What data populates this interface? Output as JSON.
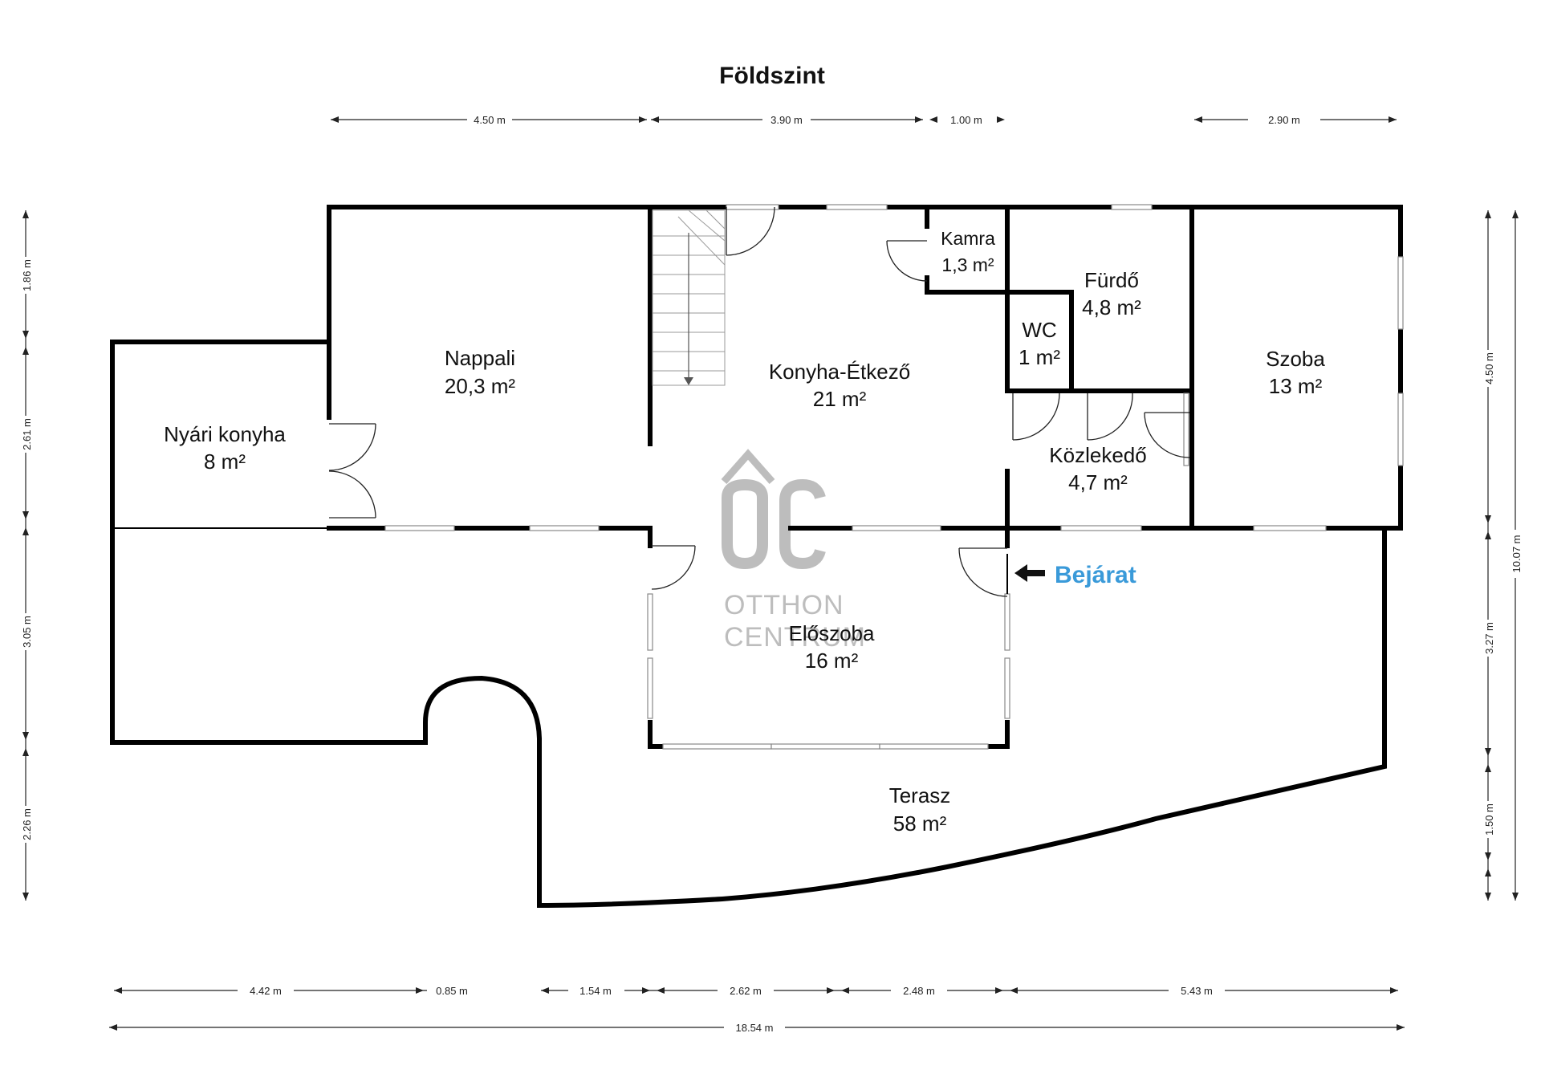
{
  "title": "Földszint",
  "entrance": {
    "label": "Bejárat",
    "color": "#3a9ad9",
    "icon": "arrow-left-icon"
  },
  "watermark": {
    "line1": "OTTHON",
    "line2": "CENTRUM",
    "logo": "oc-logo",
    "color": "#bdbdbd"
  },
  "rooms": [
    {
      "name": "Nyári konyha",
      "area": "8 m²"
    },
    {
      "name": "Nappali",
      "area": "20,3 m²"
    },
    {
      "name": "Konyha-Étkező",
      "area": "21 m²"
    },
    {
      "name": "Kamra",
      "area": "1,3 m²"
    },
    {
      "name": "Fürdő",
      "area": "4,8 m²"
    },
    {
      "name": "WC",
      "area": "1 m²"
    },
    {
      "name": "Szoba",
      "area": "13 m²"
    },
    {
      "name": "Közlekedő",
      "area": "4,7 m²"
    },
    {
      "name": "Előszoba",
      "area": "16 m²"
    },
    {
      "name": "Terasz",
      "area": "58 m²"
    }
  ],
  "dimensions": {
    "top": [
      "4.50 m",
      "3.90 m",
      "1.00 m",
      "2.90 m"
    ],
    "bottom": [
      "4.42 m",
      "0.85 m",
      "1.54 m",
      "2.62 m",
      "2.48 m",
      "5.43 m"
    ],
    "total": "18.54 m",
    "left": [
      "1.86 m",
      "2.61 m",
      "3.05 m",
      "2.26 m"
    ],
    "right": [
      "4.50 m",
      "3.27 m",
      "1.50 m"
    ],
    "right_total": "10.07 m"
  }
}
